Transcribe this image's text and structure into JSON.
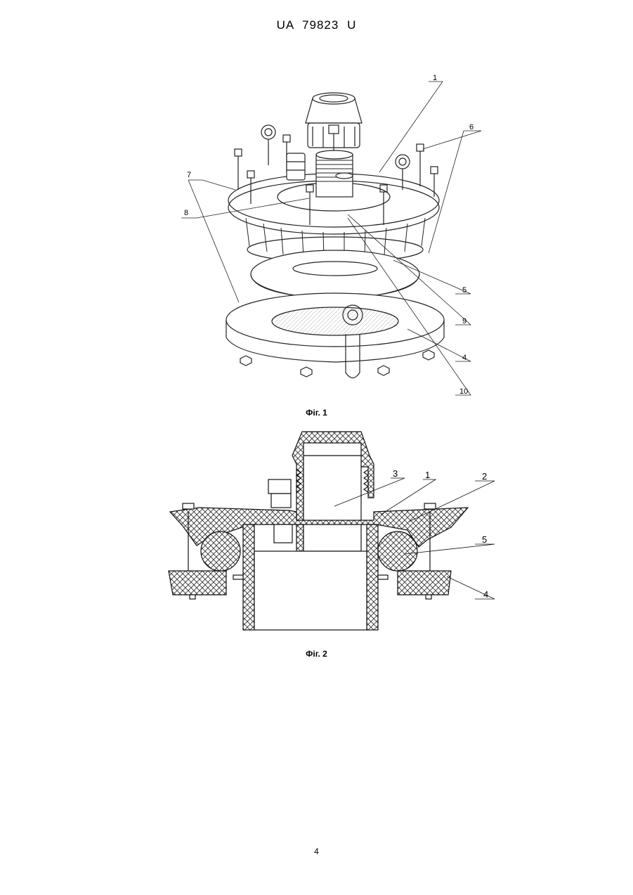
{
  "header": {
    "country": "UA",
    "number": "79823",
    "kind": "U"
  },
  "fig1": {
    "caption": "Фіг. 1",
    "labels": [
      "1",
      "6",
      "7",
      "8",
      "5",
      "9",
      "4",
      "10"
    ]
  },
  "fig2": {
    "caption": "Фіг. 2",
    "labels": [
      "3",
      "1",
      "2",
      "5",
      "4"
    ]
  },
  "page_number": "4"
}
